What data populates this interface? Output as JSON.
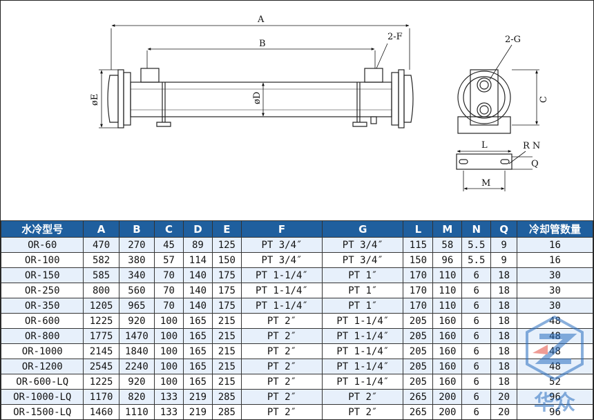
{
  "dims": {
    "A": "A",
    "B": "B",
    "twoF": "2-F",
    "twoG": "2-G",
    "dE": "øE",
    "dD": "øD",
    "C": "C",
    "L": "L",
    "RN": "R N",
    "Q": "Q",
    "M": "M"
  },
  "table": {
    "headers": [
      "水冷型号",
      "A",
      "B",
      "C",
      "D",
      "E",
      "F",
      "G",
      "L",
      "M",
      "N",
      "Q",
      "冷却管数量"
    ],
    "rows": [
      [
        "OR-60",
        "470",
        "270",
        "45",
        "89",
        "125",
        "PT 3/4″",
        "PT 3/4″",
        "115",
        "58",
        "5.5",
        "9",
        "16"
      ],
      [
        "OR-100",
        "582",
        "380",
        "57",
        "114",
        "150",
        "PT 3/4″",
        "PT 3/4″",
        "150",
        "96",
        "5.5",
        "9",
        "16"
      ],
      [
        "OR-150",
        "585",
        "340",
        "70",
        "140",
        "175",
        "PT 1-1/4″",
        "PT 1″",
        "170",
        "110",
        "6",
        "18",
        "30"
      ],
      [
        "OR-250",
        "800",
        "560",
        "70",
        "140",
        "175",
        "PT 1-1/4″",
        "PT 1″",
        "170",
        "110",
        "6",
        "18",
        "30"
      ],
      [
        "OR-350",
        "1205",
        "965",
        "70",
        "140",
        "175",
        "PT 1-1/4″",
        "PT 1″",
        "170",
        "110",
        "6",
        "18",
        "30"
      ],
      [
        "OR-600",
        "1225",
        "920",
        "100",
        "165",
        "215",
        "PT 2″",
        "PT 1-1/4″",
        "205",
        "160",
        "6",
        "18",
        "48"
      ],
      [
        "OR-800",
        "1775",
        "1470",
        "100",
        "165",
        "215",
        "PT 2″",
        "PT 1-1/4″",
        "205",
        "160",
        "6",
        "18",
        "48"
      ],
      [
        "OR-1000",
        "2145",
        "1840",
        "100",
        "165",
        "215",
        "PT 2″",
        "PT 1-1/4″",
        "205",
        "160",
        "6",
        "18",
        "48"
      ],
      [
        "OR-1200",
        "2545",
        "2240",
        "100",
        "165",
        "215",
        "PT 2″",
        "PT 1-1/4″",
        "205",
        "160",
        "6",
        "18",
        "48"
      ],
      [
        "OR-600-LQ",
        "1225",
        "920",
        "100",
        "165",
        "215",
        "PT 2″",
        "PT 1-1/4″",
        "205",
        "160",
        "6",
        "18",
        "52"
      ],
      [
        "OR-1000-LQ",
        "1170",
        "820",
        "133",
        "219",
        "285",
        "PT 2″",
        "PT 2″",
        "265",
        "200",
        "6",
        "20",
        "96"
      ],
      [
        "OR-1500-LQ",
        "1460",
        "1110",
        "133",
        "219",
        "285",
        "PT 2″",
        "PT 2″",
        "265",
        "200",
        "6",
        "20",
        "96"
      ]
    ]
  },
  "watermark": {
    "text": "华众"
  },
  "colors": {
    "header_bg": "#1f5f9e",
    "row_alt": "#e7f0fb",
    "watermark": "#2a6fc0"
  }
}
